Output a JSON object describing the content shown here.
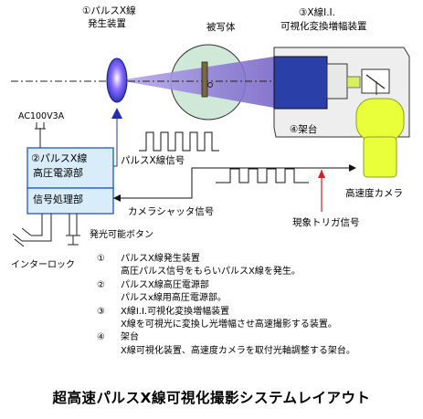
{
  "labels": {
    "xray_source": [
      "①パルスX線",
      "発生装置"
    ],
    "subject": "被写体",
    "ii_device": [
      "③X線I.I.",
      "可視化変換増幅装置"
    ],
    "frame": "④架台",
    "ac_power": "AC100V3A",
    "power_unit": [
      "②パルスX線",
      "高圧電源部"
    ],
    "signal_unit": "信号処理部",
    "pulse_signal": "パルスX線信号",
    "camera_shutter_signal": "カメラシャッタ信号",
    "high_speed_camera": "高速度カメラ",
    "trigger_signal": "現象トリガ信号",
    "emit_button": "発光可能ボタン",
    "interlock": "インターロック"
  },
  "legend": [
    {
      "num": "①",
      "lines": [
        "パルスX線発生装置",
        "高圧パルス信号をもらいパルスX線を発生。"
      ]
    },
    {
      "num": "②",
      "lines": [
        "パルスX線高圧電源部",
        "パルスx線用高圧電源部。"
      ]
    },
    {
      "num": "③",
      "lines": [
        "X線I.I.可視化変換増幅装置",
        "X線を可視光に変換し光増幅させ高速撮影する装置。"
      ]
    },
    {
      "num": "④",
      "lines": [
        "架台",
        "X線可視化装置、高速度カメラを取付光軸調整する架台。"
      ]
    }
  ],
  "title": "超高速パルスX線可視化撮影システムレイアウト",
  "colors": {
    "ii_blue": "#2a3fa8",
    "beam_purple": "#9a88d8",
    "subject_green": "#cfe8d8",
    "camera_yellow": "#e8ff3a",
    "frame_gray": "#eeeeee",
    "box_blue": "#d8ecfa",
    "trigger_red": "#d42020"
  }
}
